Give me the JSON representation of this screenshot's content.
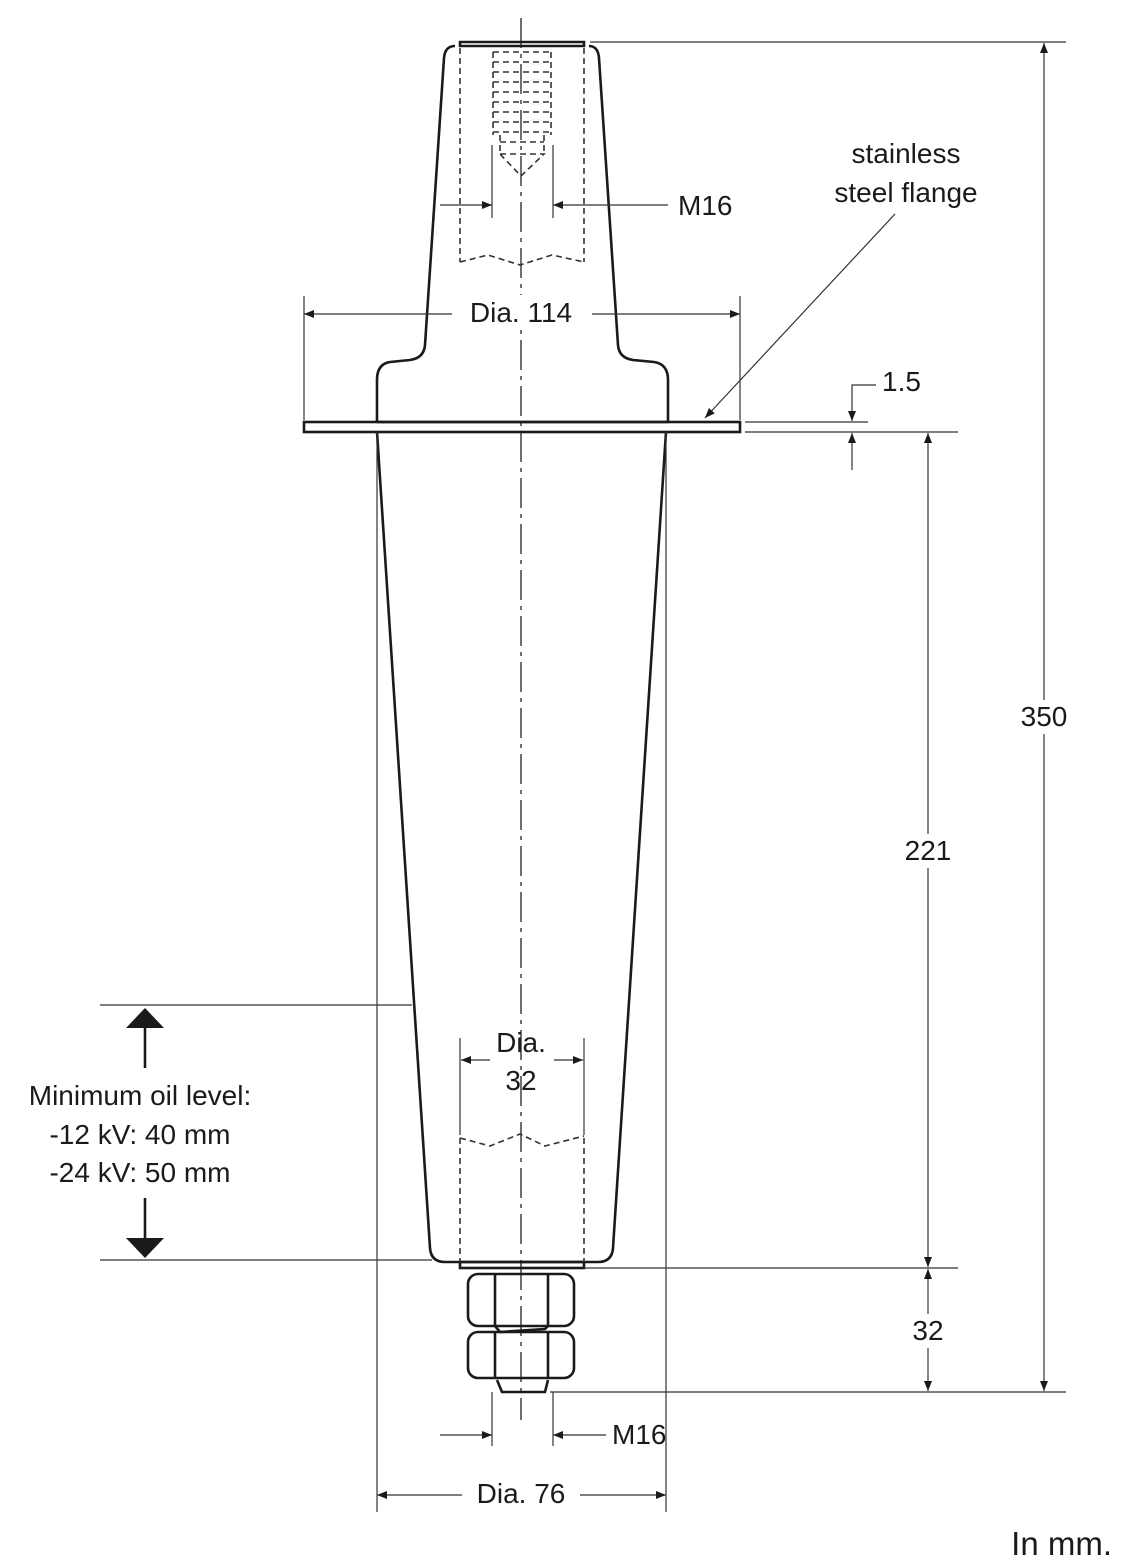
{
  "title": "Bushing dimension drawing",
  "labels": {
    "thread_top": "M16",
    "dia_top": "Dia. 114",
    "flange_line1": "stainless",
    "flange_line2": "steel flange",
    "flange_thickness": "1.5",
    "overall_height": "350",
    "lower_length": "221",
    "stud_length": "32",
    "dia_inner_line1": "Dia.",
    "dia_inner_line2": "32",
    "oil_line1": "Minimum oil level:",
    "oil_line2": "-12 kV: 40 mm",
    "oil_line3": "-24 kV: 50 mm",
    "thread_bottom": "M16",
    "dia_bottom": "Dia. 76",
    "units": "In mm."
  }
}
